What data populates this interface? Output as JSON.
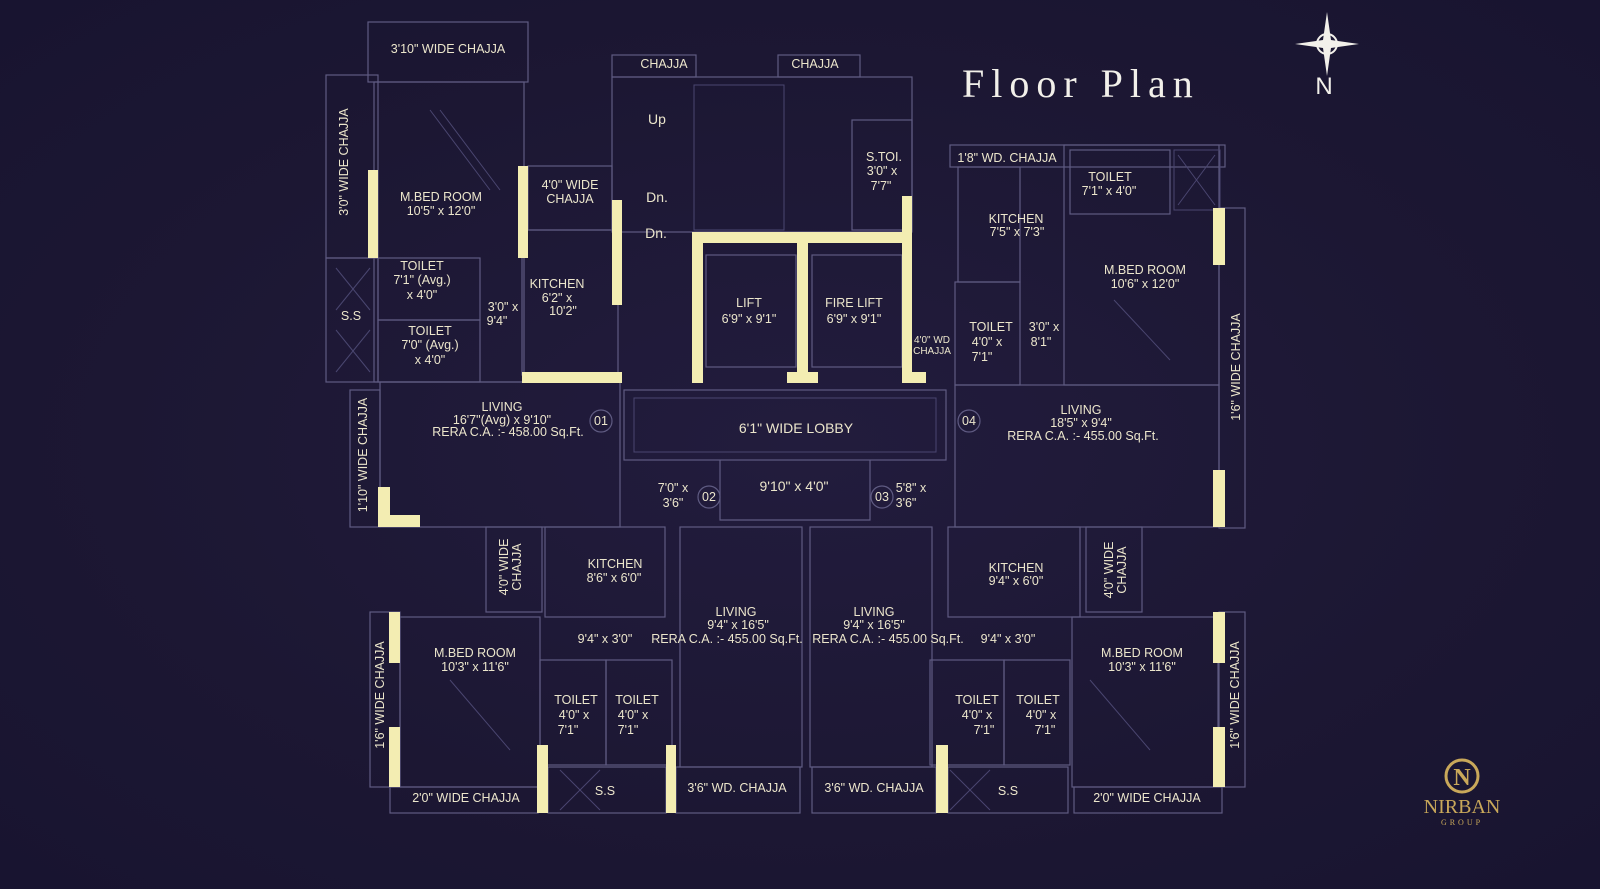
{
  "title": "Floor Plan",
  "compass_label": "N",
  "logo": {
    "name": "NIRBAN",
    "sub": "GROUP",
    "mark": "N"
  },
  "colors": {
    "background": "#1c1733",
    "walls": "#f3edb2",
    "lines": "#5f5b82",
    "text": "#ece6cc"
  },
  "labels": {
    "chajja_top_left": "3'10\" WIDE CHAJJA",
    "chajja_left": "3'0\" WIDE CHAJJA",
    "bed1": [
      "M.BED ROOM",
      "10'5\" x 12'0\""
    ],
    "chajja_4ft_1": [
      "4'0\" WIDE",
      "CHAJJA"
    ],
    "toilet1a": [
      "TOILET",
      "7'1\" (Avg.)",
      "x 4'0\""
    ],
    "ss_left": "S.S",
    "toilet1b": [
      "TOILET",
      "7'0\" (Avg.)",
      "x 4'0\""
    ],
    "passage1": [
      "3'0\" x",
      "9'4\""
    ],
    "kitchen1": [
      "KITCHEN",
      "6'2\" x",
      "10'2\""
    ],
    "chajja_stair_1": "CHAJJA",
    "chajja_stair_2": "CHAJJA",
    "stairs": [
      "Up",
      "Dn.",
      "Dn."
    ],
    "service_toilet": [
      "S.TOI.",
      "3'0\" x",
      "7'7\""
    ],
    "lift": [
      "LIFT",
      "6'9\" x 9'1\""
    ],
    "fire_lift": [
      "FIRE LIFT",
      "6'9\" x 9'1\""
    ],
    "chajja_lift": [
      "4'0\" WD",
      "CHAJJA"
    ],
    "chajja_1ft8": "1'8\" WD. CHAJJA",
    "toilet4a": [
      "TOILET",
      "7'1\" x 4'0\""
    ],
    "kitchen4": [
      "KITCHEN",
      "7'5\" x 7'3\""
    ],
    "bed4": [
      "M.BED ROOM",
      "10'6\" x 12'0\""
    ],
    "toilet4b": [
      "TOILET",
      "4'0\" x",
      "7'1\""
    ],
    "passage4": [
      "3'0\" x",
      "8'1\""
    ],
    "chajja_right_top": "1'6\" WIDE CHAJJA",
    "living4": [
      "LIVING",
      "18'5\" x 9'4\"",
      "RERA C.A. :- 455.00 Sq.Ft."
    ],
    "unit4": "04",
    "living1": [
      "LIVING",
      "16'7\"(Avg) x 9'10\"",
      "RERA C.A. :- 458.00 Sq.Ft."
    ],
    "unit1": "01",
    "lobby": "6'1\" WIDE LOBBY",
    "lobby_dim": "9'10\" x 4'0\"",
    "foyer2": [
      "7'0\" x",
      "3'6\""
    ],
    "unit2": "02",
    "unit3": "03",
    "foyer3": [
      "5'8\" x",
      "3'6\""
    ],
    "chajja_1ft10": "1'10\" WIDE CHAJJA",
    "chajja_4ft_2": [
      "4'0\" WIDE",
      "CHAJJA"
    ],
    "kitchen2": [
      "KITCHEN",
      "8'6\" x 6'0\""
    ],
    "kitchen3": [
      "KITCHEN",
      "9'4\" x 6'0\""
    ],
    "chajja_4ft_3": [
      "4'0\" WIDE",
      "CHAJJA"
    ],
    "living2": [
      "LIVING",
      "9'4\" x 16'5\"",
      "RERA C.A. :- 455.00 Sq.Ft."
    ],
    "living3": [
      "LIVING",
      "9'4\" x 16'5\"",
      "RERA C.A. :- 455.00 Sq.Ft."
    ],
    "passage2": "9'4\" x 3'0\"",
    "passage3": "9'4\" x 3'0\"",
    "bed2": [
      "M.BED ROOM",
      "10'3\" x 11'6\""
    ],
    "bed3": [
      "M.BED ROOM",
      "10'3\" x 11'6\""
    ],
    "chajja_left_bottom": "1'6\" WIDE CHAJJA",
    "chajja_right_bottom": "1'6\" WIDE CHAJJA",
    "toilet2a": [
      "TOILET",
      "4'0\" x",
      "7'1\""
    ],
    "toilet2b": [
      "TOILET",
      "4'0\" x",
      "7'1\""
    ],
    "toilet3a": [
      "TOILET",
      "4'0\" x",
      "7'1\""
    ],
    "toilet3b": [
      "TOILET",
      "4'0\" x",
      "7'1\""
    ],
    "chajja_bottom_1": "2'0\" WIDE CHAJJA",
    "ss_bottom_1": "S.S",
    "chajja_bottom_2": "3'6\" WD. CHAJJA",
    "chajja_bottom_3": "3'6\" WD. CHAJJA",
    "ss_bottom_2": "S.S",
    "chajja_bottom_4": "2'0\" WIDE CHAJJA"
  }
}
